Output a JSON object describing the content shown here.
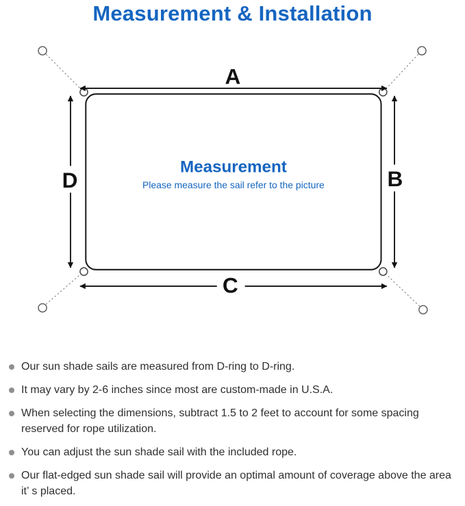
{
  "title": "Measurement & Installation",
  "diagram": {
    "label_top": "A",
    "label_right": "B",
    "label_bottom": "C",
    "label_left": "D",
    "center_title": "Measurement",
    "center_subtitle": "Please measure the sail refer to the picture"
  },
  "colors": {
    "accent_blue": "#1565c0",
    "line_black": "#111111",
    "bullet_gray": "#8f8f8f",
    "dash_gray": "#8a8a8a"
  },
  "icons": {
    "bullet": "dot-icon",
    "corner": "d-ring-icon",
    "anchor": "anchor-point-icon"
  },
  "bullets": [
    "Our sun shade sails are measured from D-ring to D-ring.",
    "It may vary by 2-6 inches since most are custom-made in U.S.A.",
    "When selecting the dimensions, subtract 1.5 to 2 feet to account for some spacing reserved for rope utilization.",
    "You can adjust the sun shade sail with the included rope.",
    "Our flat-edged sun shade sail will provide an optimal amount of coverage above the area it’ s placed."
  ]
}
